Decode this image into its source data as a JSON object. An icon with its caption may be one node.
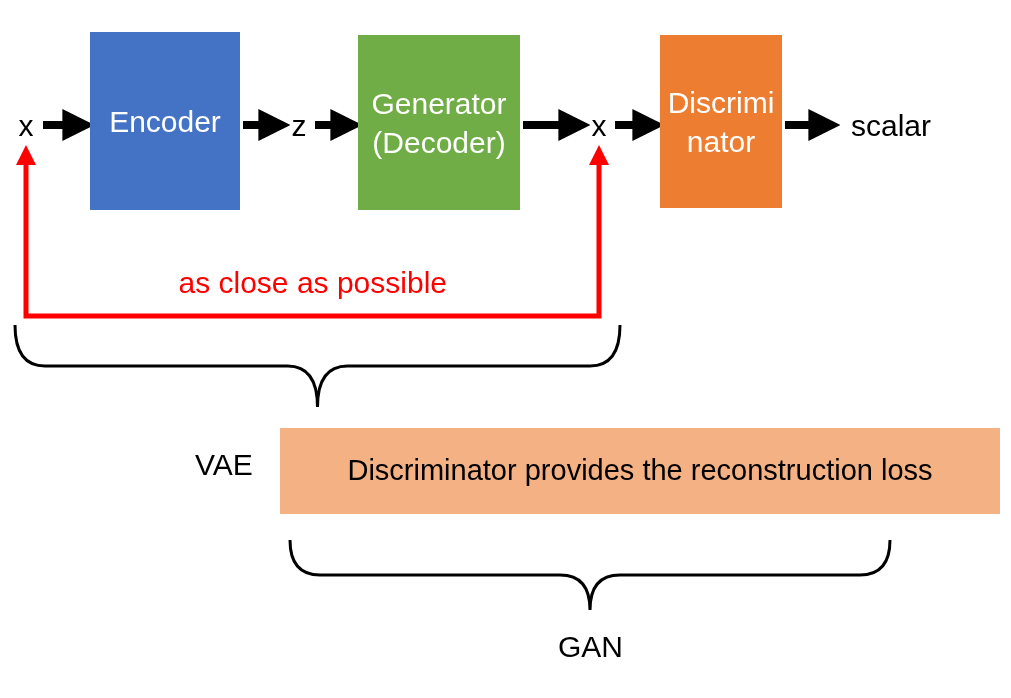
{
  "diagram": {
    "nodes": [
      {
        "text": [
          "x"
        ]
      },
      {
        "text": [
          "Encoder"
        ]
      },
      {
        "text": [
          "z"
        ]
      },
      {
        "text": [
          "Generator (Decoder)"
        ]
      },
      {
        "text": [
          "x"
        ]
      },
      {
        "text": [
          "Discrimi nator"
        ]
      },
      {
        "text": [
          "scalar"
        ]
      },
      {
        "text": [
          "Discriminator provides the reconstruction loss"
        ]
      }
    ],
    "edges": [
      {
        "from": 0,
        "to": 1,
        "arrow": "to"
      },
      {
        "from": 1,
        "to": 2,
        "arrow": "to"
      },
      {
        "from": 2,
        "to": 3,
        "arrow": "to"
      },
      {
        "from": 3,
        "to": 4,
        "arrow": "to"
      },
      {
        "from": 4,
        "to": 5,
        "arrow": "to"
      },
      {
        "from": 5,
        "to": 6,
        "arrow": "to"
      },
      {
        "from": 0,
        "to": 4,
        "arrow": "both",
        "color": "#ff0000",
        "label": "as close as possible"
      }
    ],
    "labels": [
      "VAE",
      "GAN"
    ]
  }
}
